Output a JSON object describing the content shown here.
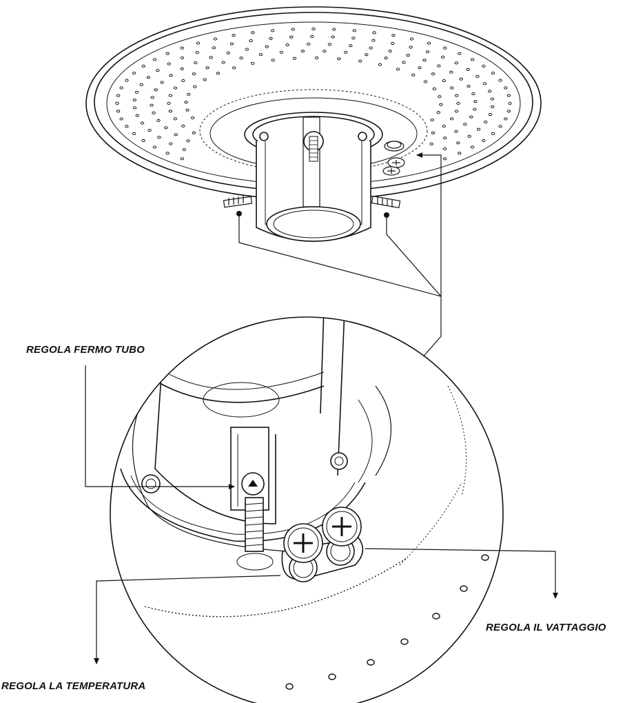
{
  "labels": {
    "fermo_tubo": "REGOLA  FERMO TUBO",
    "vattaggio": "REGOLA IL VATTAGGIO",
    "temperatura": "REGOLA LA TEMPERATURA"
  },
  "colors": {
    "line": "#111111",
    "background": "#ffffff"
  }
}
